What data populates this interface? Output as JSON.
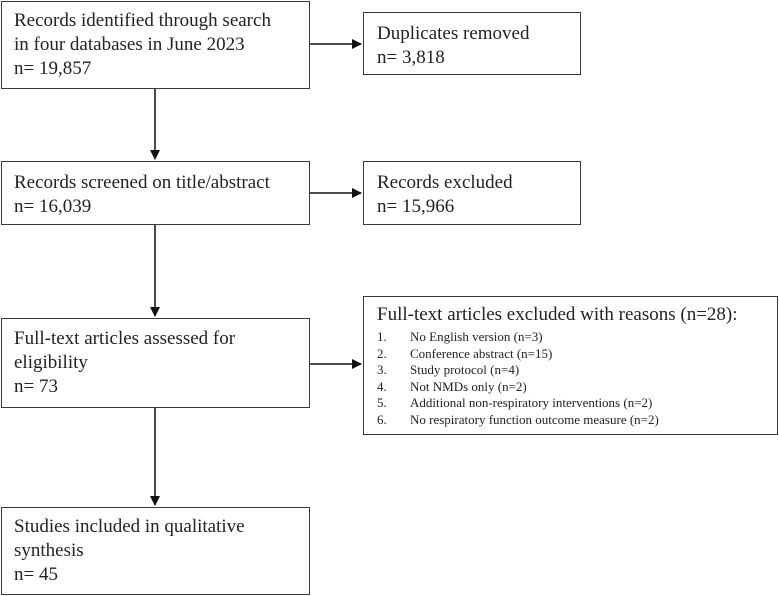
{
  "identification": {
    "line1": "Records identified through search",
    "line2": "in four databases in June 2023",
    "count": "n= 19,857"
  },
  "duplicates": {
    "label": "Duplicates removed",
    "count": "n= 3,818"
  },
  "screening": {
    "label": "Records screened on title/abstract",
    "count": "n= 16,039"
  },
  "excluded": {
    "label": "Records excluded",
    "count": "n= 15,966"
  },
  "eligibility": {
    "line1": "Full-text articles assessed for",
    "line2": "eligibility",
    "count": "n= 73"
  },
  "fulltext_excluded": {
    "title": "Full-text articles excluded with reasons (n=28):",
    "reasons": [
      {
        "num": "1.",
        "text": "No English version (n=3)"
      },
      {
        "num": "2.",
        "text": "Conference abstract (n=15)"
      },
      {
        "num": "3.",
        "text": "Study protocol (n=4)"
      },
      {
        "num": "4.",
        "text": "Not NMDs only (n=2)"
      },
      {
        "num": "5.",
        "text": "Additional non-respiratory interventions (n=2)"
      },
      {
        "num": "6.",
        "text": "No respiratory function outcome measure (n=2)"
      }
    ]
  },
  "included": {
    "line1": "Studies included in qualitative",
    "line2": "synthesis",
    "count": "n= 45"
  }
}
